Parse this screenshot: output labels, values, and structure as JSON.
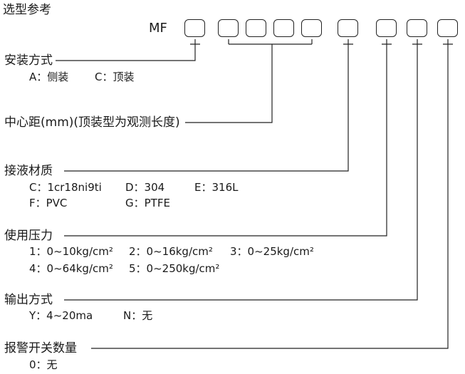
{
  "title": "选型参考",
  "model_prefix": "MF",
  "sections": [
    {
      "label": "安装方式",
      "options": [
        "A：侧装",
        "C：顶装"
      ]
    },
    {
      "label": "中心距(mm)(顶装型为观测长度)",
      "options": []
    },
    {
      "label": "接液材质",
      "options": [
        "C：1cr18ni9ti",
        "D：304",
        "E：316L",
        "F：PVC",
        "G：PTFE"
      ]
    },
    {
      "label": "使用压力",
      "options": [
        "1：0~10kg/cm²",
        "2：0~16kg/cm²",
        "3：0~25kg/cm²",
        "4：0~64kg/cm²",
        "5：0~250kg/cm²"
      ]
    },
    {
      "label": "输出方式",
      "options": [
        "Y：4~20ma",
        "N：无"
      ]
    },
    {
      "label": "报警开关数量",
      "options": [
        "0：无"
      ]
    }
  ]
}
